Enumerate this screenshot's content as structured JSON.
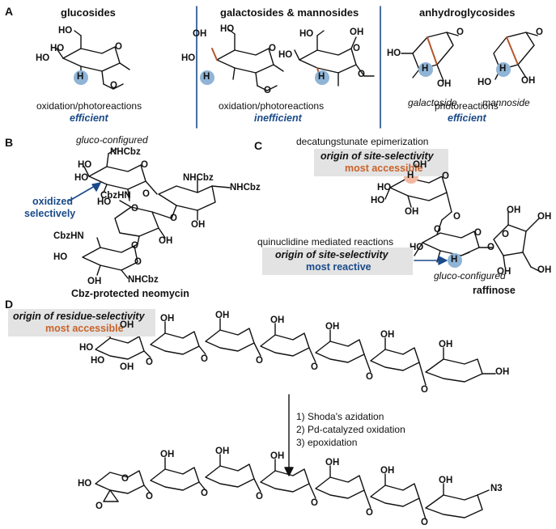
{
  "panels": {
    "A": {
      "letter": "A",
      "col1": {
        "title": "glucosides",
        "line1": "oxidation/photoreactions",
        "line2": "efficient"
      },
      "col2": {
        "title": "galactosides & mannosides",
        "line1": "oxidation/photoreactions",
        "line2": "inefficient"
      },
      "col3": {
        "title": "anhydroglycosides",
        "sub1": "galactoside",
        "sub2": "mannoside",
        "line1": "photoreactions",
        "line2": "efficient"
      }
    },
    "B": {
      "letter": "B",
      "top_label": "gluco-configured",
      "arrow_label1": "oxidized",
      "arrow_label2": "selectively",
      "caption": "Cbz-protected neomycin"
    },
    "C": {
      "letter": "C",
      "line1": "decatungstunate epimerization",
      "box1_line1": "origin of site-selectivity",
      "box1_line2": "most accessible",
      "line2": "quinuclidine mediated reactions",
      "box2_line1": "origin of site-selectivity",
      "box2_line2": "most reactive",
      "gluco_label": "gluco-configured",
      "caption": "raffinose"
    },
    "D": {
      "letter": "D",
      "box_line1": "origin of residue-selectivity",
      "box_line2": "most accessible",
      "step1": "1) Shoda's azidation",
      "step2": "2) Pd-catalyzed oxidation",
      "step3": "3) epoxidation"
    }
  },
  "atoms": {
    "H": "H",
    "OH": "OH",
    "HO": "HO",
    "O": "O",
    "NHCbz": "NHCbz",
    "CbzHN": "CbzHN",
    "N3": "N3"
  },
  "colors": {
    "accent_blue": "#1a4a8a",
    "accent_orange": "#c9622a",
    "highlight_blue": "#8fb4d6",
    "highlight_orange": "#f2b8a0",
    "box_grey": "#e3e3e3",
    "bond_brown": "#b5562a"
  }
}
